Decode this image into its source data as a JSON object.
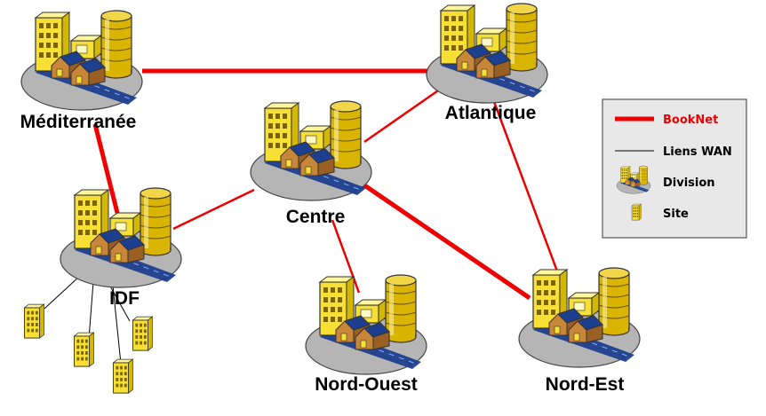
{
  "diagram": {
    "colors": {
      "booknet": "#ee0000",
      "wan": "#000000",
      "legend_bg": "#e8e8e8",
      "building": "#f7e033",
      "storage": "#d9b400",
      "road": "#1d3f8f",
      "disk": "#b5b5b5"
    },
    "nodes": [
      {
        "id": "mediterranee",
        "label": "Méditerranée",
        "type": "division"
      },
      {
        "id": "atlantique",
        "label": "Atlantique",
        "type": "division"
      },
      {
        "id": "centre",
        "label": "Centre",
        "type": "division"
      },
      {
        "id": "idf",
        "label": "IDF",
        "type": "division"
      },
      {
        "id": "nord-ouest",
        "label": "Nord-Ouest",
        "type": "division"
      },
      {
        "id": "nord-est",
        "label": "Nord-Est",
        "type": "division"
      }
    ],
    "sites": [
      {
        "id": "site-1",
        "type": "site",
        "parent": "idf"
      },
      {
        "id": "site-2",
        "type": "site",
        "parent": "idf"
      },
      {
        "id": "site-3",
        "type": "site",
        "parent": "idf"
      },
      {
        "id": "site-4",
        "type": "site",
        "parent": "idf"
      }
    ],
    "links": [
      {
        "from": "mediterranee",
        "to": "atlantique",
        "type": "booknet"
      },
      {
        "from": "mediterranee",
        "to": "idf",
        "type": "booknet"
      },
      {
        "from": "idf",
        "to": "centre",
        "type": "booknet"
      },
      {
        "from": "centre",
        "to": "atlantique",
        "type": "booknet"
      },
      {
        "from": "centre",
        "to": "nord-ouest",
        "type": "booknet"
      },
      {
        "from": "centre",
        "to": "nord-est",
        "type": "booknet"
      },
      {
        "from": "atlantique",
        "to": "nord-est",
        "type": "booknet"
      },
      {
        "from": "idf",
        "to": "site-1",
        "type": "wan"
      },
      {
        "from": "idf",
        "to": "site-2",
        "type": "wan"
      },
      {
        "from": "idf",
        "to": "site-3",
        "type": "wan"
      },
      {
        "from": "idf",
        "to": "site-4",
        "type": "wan"
      }
    ],
    "legend": {
      "items": [
        {
          "label": "BookNet",
          "symbol": "booknet-line"
        },
        {
          "label": "Liens WAN",
          "symbol": "wan-line"
        },
        {
          "label": "Division",
          "symbol": "division-icon"
        },
        {
          "label": "Site",
          "symbol": "site-icon"
        }
      ]
    }
  }
}
